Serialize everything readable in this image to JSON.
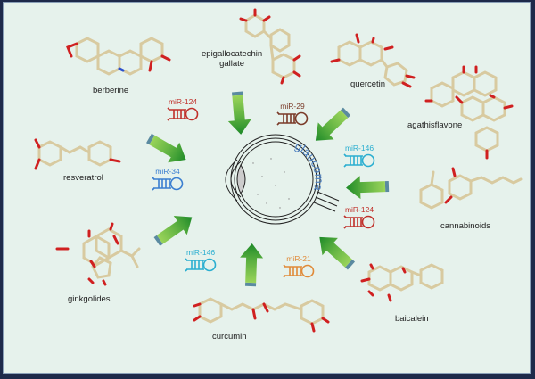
{
  "diagram": {
    "center_label": "glaucoma",
    "molecules": [
      {
        "id": "berberine",
        "label": "berberine"
      },
      {
        "id": "egcg",
        "label": "epigallocatechin\ngallate",
        "line1": "epigallocatechin",
        "line2": "gallate"
      },
      {
        "id": "quercetin",
        "label": "quercetin"
      },
      {
        "id": "agathisflavone",
        "label": "agathisflavone"
      },
      {
        "id": "resveratrol",
        "label": "resveratrol"
      },
      {
        "id": "cannabinoids",
        "label": "cannabinoids"
      },
      {
        "id": "ginkgolides",
        "label": "ginkgolides"
      },
      {
        "id": "curcumin",
        "label": "curcumin"
      },
      {
        "id": "baicalein",
        "label": "baicalein"
      }
    ],
    "mirnas": [
      {
        "label": "miR-124",
        "color": "#c0302a"
      },
      {
        "label": "miR-29",
        "color": "#7a3a28"
      },
      {
        "label": "miR-146",
        "color": "#2aaed0"
      },
      {
        "label": "miR-34",
        "color": "#3a7ed0"
      },
      {
        "label": "miR-124",
        "color": "#c0302a"
      },
      {
        "label": "miR-146",
        "color": "#2aaed0"
      },
      {
        "label": "miR-21",
        "color": "#e08a38"
      }
    ],
    "colors": {
      "background": "#e6f2ec",
      "border": "#1e2a4a",
      "arrow_light": "#8ccc50",
      "arrow_dark": "#1e8a28",
      "arrow_tail": "#5a8aa0",
      "carbon": "#d8caa0",
      "oxygen": "#d02020",
      "nitrogen": "#2a50d0",
      "hydrogen": "#f4f4f4",
      "glaucoma_text": "#4a7ec0"
    }
  }
}
